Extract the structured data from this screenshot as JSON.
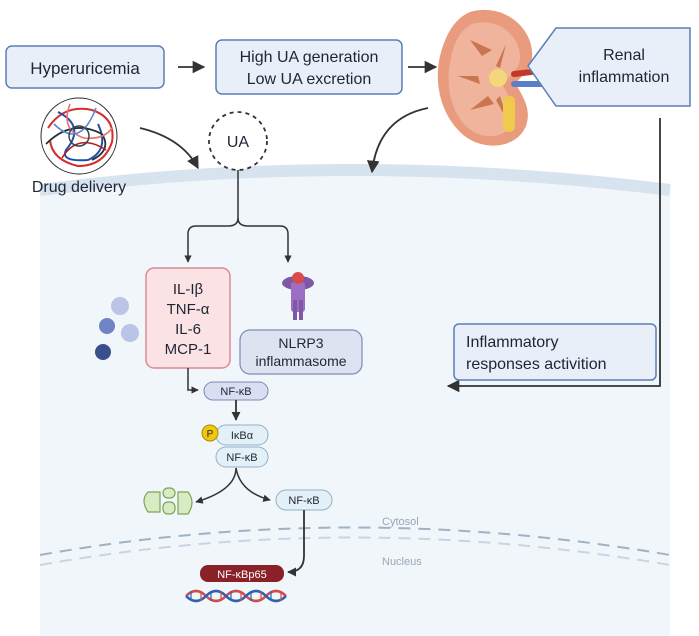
{
  "labels": {
    "hyperuricemia": "Hyperuricemia",
    "high_ua_generation": "High UA generation",
    "low_ua_excretion": "Low UA excretion",
    "renal": "Renal",
    "inflammation": "inflammation",
    "drug_delivery": "Drug delivery",
    "ua": "UA",
    "il1b": "IL-Iβ",
    "tnfa": "TNF-α",
    "il6": "IL-6",
    "mcp1": "MCP-1",
    "nlrp3": "NLRP3",
    "inflammasome": "inflammasome",
    "inflammatory": "Inflammatory",
    "responses_activition": "responses activition",
    "nfkb": "NF-κB",
    "p": "P",
    "ikba": "IκBα",
    "cytosol": "Cytosol",
    "nucleus": "Nucleus",
    "nfkbp65": "NF-κBp65"
  },
  "colors": {
    "box_fill": "#e9eff9",
    "box_stroke": "#5b7fb5",
    "cell_fill": "#f1f6fa",
    "membrane": "#d7e3ee",
    "cytokine_fill": "#fbe3e5",
    "cytokine_stroke": "#d98a93",
    "nfkb_fill": "#d9def3",
    "nfkb_stroke": "#7e8bb8",
    "light_nfkb_fill": "#e4f0f8",
    "light_nfkb_stroke": "#8fb0c8",
    "phospho": "#f2c80f",
    "p65_fill": "#8b2128",
    "nlrp3_purple": "#7e57a6",
    "nlrp3_red": "#d94a4a",
    "proteasome_fill": "#d8ecc4",
    "proteasome_stroke": "#7ea35a",
    "dna_red": "#d44b4b",
    "dna_blue": "#2d62b0",
    "kidney_cortex": "#f0b39b",
    "kidney_outer": "#e89b7d",
    "kidney_pyramid": "#c9754f",
    "ureter": "#f1c94c",
    "arrow": "#333333"
  },
  "icons": [
    "nanoparticle-icon",
    "kidney-icon",
    "nlrp3-inflammasome-icon",
    "proteasome-icon",
    "dna-helix-icon",
    "cytokine-spheres-icon"
  ]
}
